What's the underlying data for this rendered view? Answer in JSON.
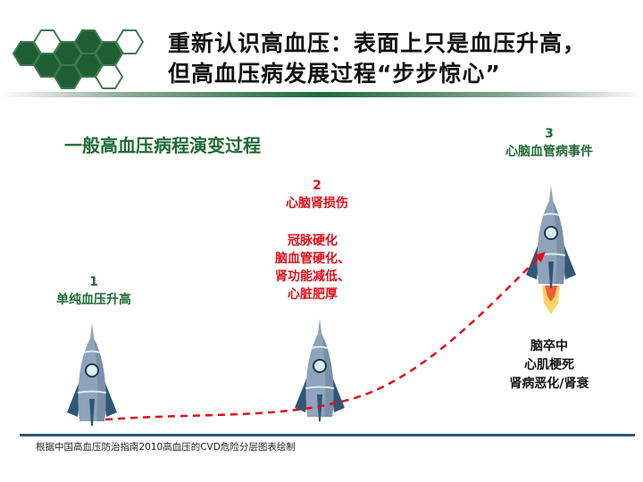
{
  "title": {
    "line1": "重新认识高血压：表面上只是血压升高，",
    "line2": "但高血压病发展过程“步步惊心”"
  },
  "subtitle": "一般高血压病程演变过程",
  "stages": [
    {
      "number": "1",
      "label": "单纯血压升高"
    },
    {
      "number": "2",
      "label": "心脑肾损伤",
      "details": [
        "冠脉硬化",
        "脑血管硬化、",
        "肾功能减低、",
        "心脏肥厚"
      ]
    },
    {
      "number": "3",
      "label": "心脑血管病事件",
      "details": [
        "脑卒中",
        "心肌梗死",
        "肾病恶化/肾衰"
      ]
    }
  ],
  "footnote": "根据中国高血压防治指南2010高血压的CVD危险分层图表绘制",
  "colors": {
    "logo_green": "#1f5e33",
    "arrow_red": "#e0101a",
    "rocket_body": "#8fa3bb",
    "fin": "#2e5876"
  }
}
